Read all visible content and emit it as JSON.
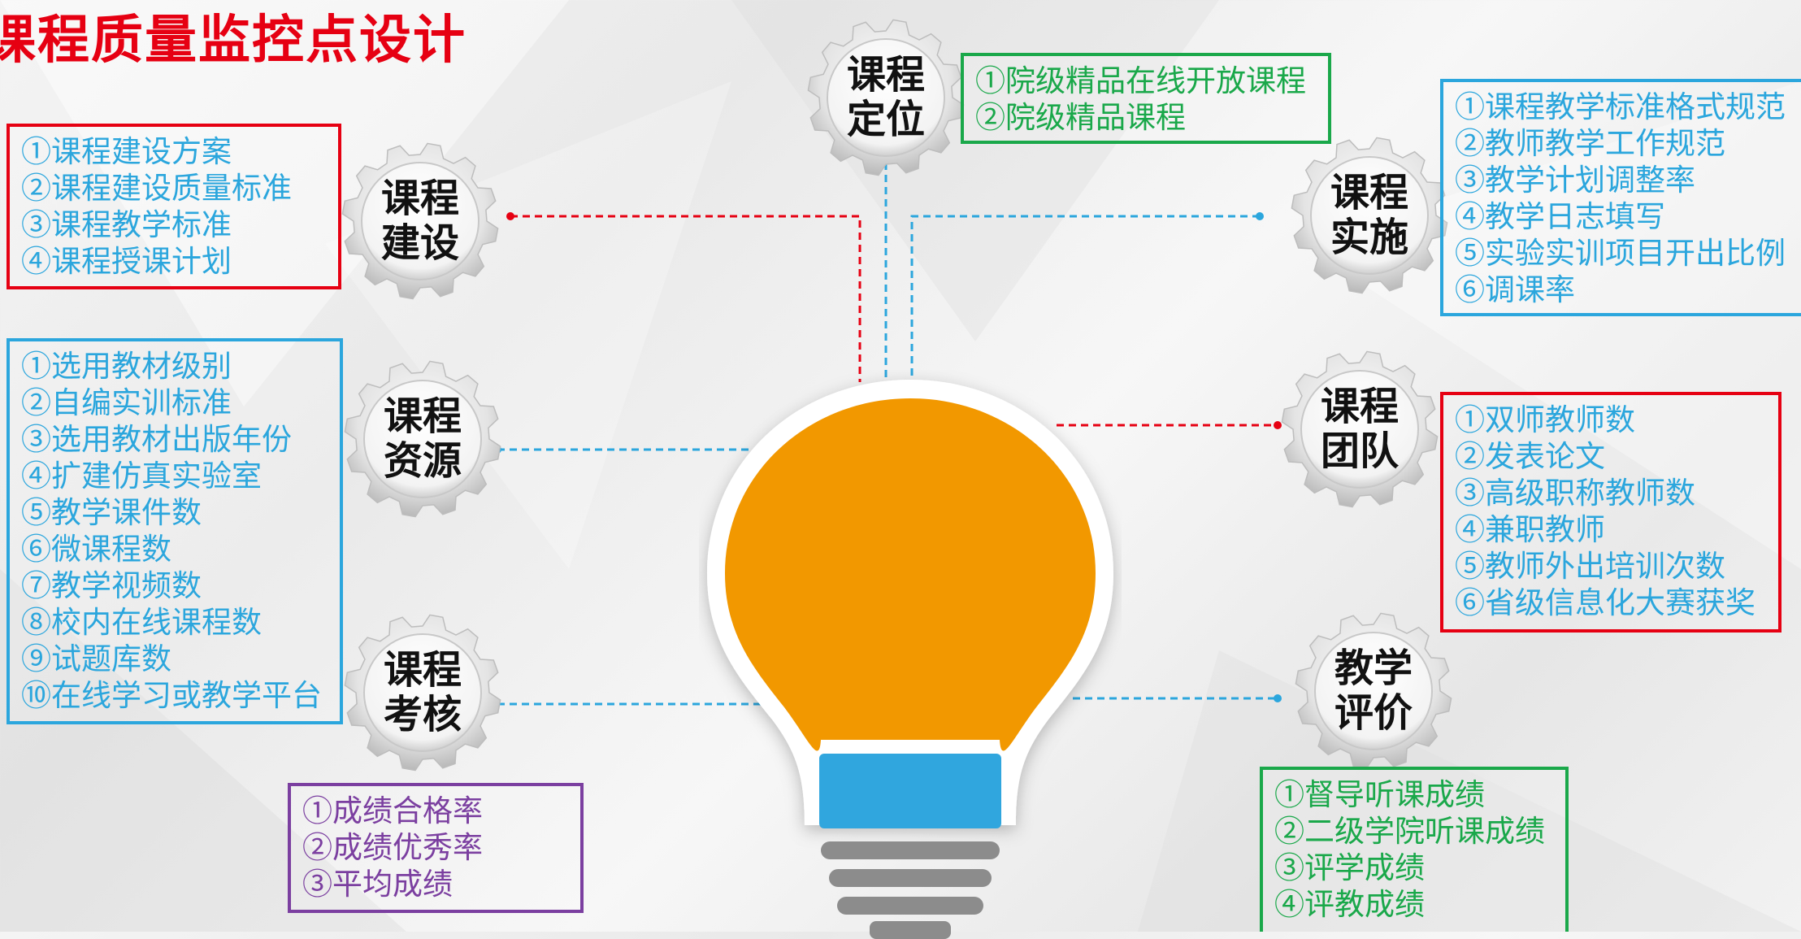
{
  "title": "课程质量监控点设计",
  "colors": {
    "red": "#e60012",
    "blue": "#2ba6dd",
    "green": "#1aa84a",
    "purple": "#7b3fa0",
    "bulb_orange": "#f29800",
    "bulb_blue": "#30a6de"
  },
  "nodes": {
    "dingwei": {
      "line1": "课程",
      "line2": "定位",
      "items": [
        "①院级精品在线开放课程",
        "②院级精品课程"
      ]
    },
    "jianshe": {
      "line1": "课程",
      "line2": "建设",
      "items": [
        "①课程建设方案",
        "②课程建设质量标准",
        "③课程教学标准",
        "④课程授课计划"
      ]
    },
    "ziyuan": {
      "line1": "课程",
      "line2": "资源",
      "items": [
        "①选用教材级别",
        "②自编实训标准",
        "③选用教材出版年份",
        "④扩建仿真实验室",
        "⑤教学课件数",
        "⑥微课程数",
        "⑦教学视频数",
        "⑧校内在线课程数",
        "⑨试题库数",
        "⑩在线学习或教学平台"
      ]
    },
    "kaohe": {
      "line1": "课程",
      "line2": "考核",
      "items": [
        "①成绩合格率",
        "②成绩优秀率",
        "③平均成绩"
      ]
    },
    "shishi": {
      "line1": "课程",
      "line2": "实施",
      "items": [
        "①课程教学标准格式规范",
        "②教师教学工作规范",
        "③教学计划调整率",
        "④教学日志填写",
        "⑤实验实训项目开出比例",
        "⑥调课率"
      ]
    },
    "tuandui": {
      "line1": "课程",
      "line2": "团队",
      "items": [
        "①双师教师数",
        "②发表论文",
        "③高级职称教师数",
        "④兼职教师",
        "⑤教师外出培训次数",
        "⑥省级信息化大赛获奖"
      ]
    },
    "pingjia": {
      "line1": "教学",
      "line2": "评价",
      "items": [
        "①督导听课成绩",
        "②二级学院听课成绩",
        "③评学成绩",
        "④评教成绩"
      ]
    }
  }
}
